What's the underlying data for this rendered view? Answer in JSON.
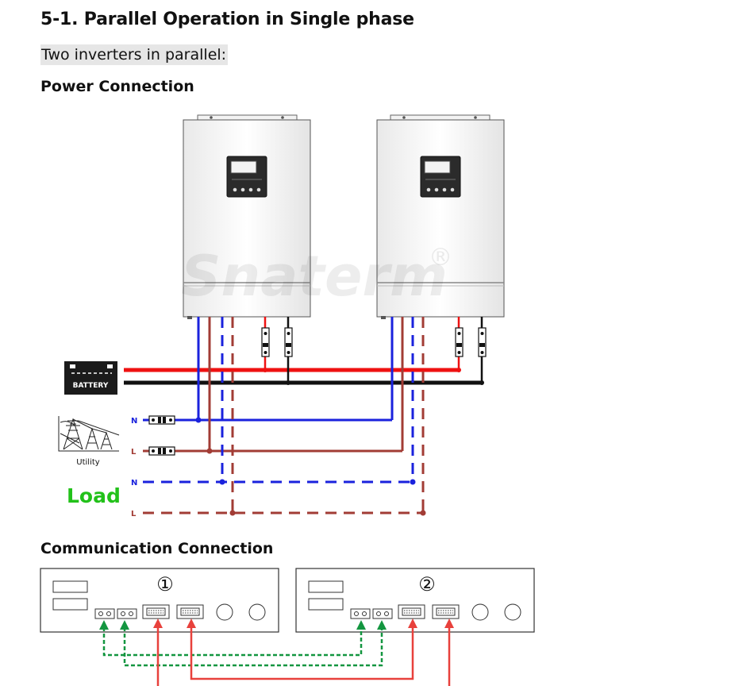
{
  "section_title": "5-1. Parallel Operation in Single phase",
  "subtitle": "Two inverters in parallel:",
  "power_heading": "Power Connection",
  "comm_heading": "Communication Connection",
  "battery_label": "BATTERY",
  "utility_label": "Utility",
  "load_label": "Load",
  "wire_labels": {
    "n": "N",
    "l": "L"
  },
  "unit_numbers": [
    "①",
    "②"
  ],
  "watermark": "Snaterm",
  "colors": {
    "battery_pos": "#ee1111",
    "battery_neg": "#111111",
    "neutral": "#1a22dd",
    "line": "#a23c35",
    "comm_green": "#139640",
    "comm_red": "#e8413c",
    "load_text": "#22c11a"
  }
}
